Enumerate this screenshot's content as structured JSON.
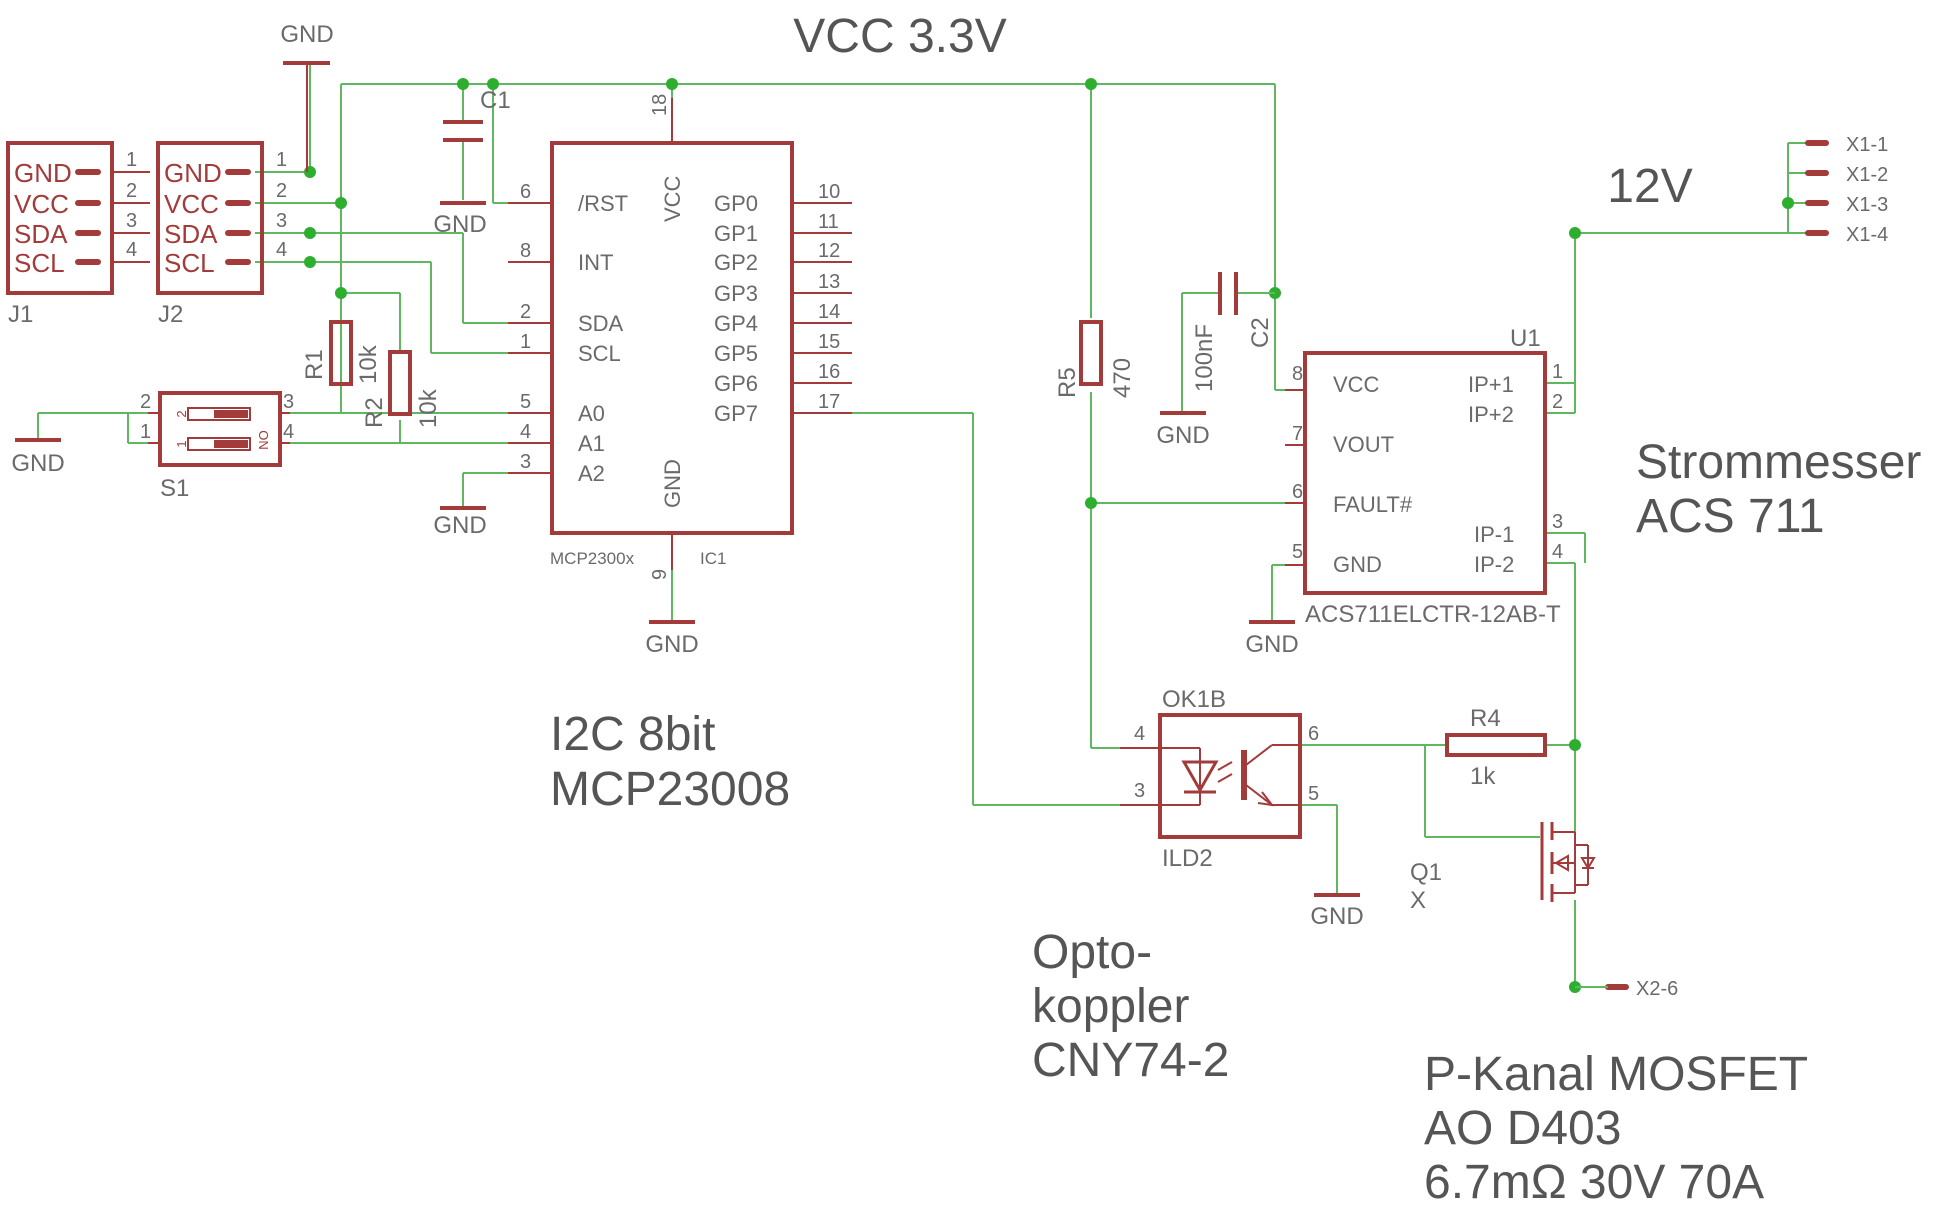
{
  "nets": {
    "vcc": "VCC 3.3V",
    "v12": "12V",
    "gnd": "GND"
  },
  "connectors": {
    "j1": {
      "name": "J1",
      "pins": [
        "GND",
        "VCC",
        "SDA",
        "SCL"
      ],
      "nums": [
        "1",
        "2",
        "3",
        "4"
      ]
    },
    "j2": {
      "name": "J2",
      "pins": [
        "GND",
        "VCC",
        "SDA",
        "SCL"
      ],
      "nums": [
        "1",
        "2",
        "3",
        "4"
      ]
    },
    "x1": [
      "X1-1",
      "X1-2",
      "X1-3",
      "X1-4"
    ],
    "x2": "X2-6"
  },
  "switch": {
    "name": "S1",
    "pins": [
      "2",
      "1",
      "3",
      "4"
    ],
    "on_label": "ON",
    "sw1": "1",
    "sw2": "2"
  },
  "resistors": {
    "r1": {
      "name": "R1",
      "value": "10k"
    },
    "r2": {
      "name": "R2",
      "value": "10k"
    },
    "r4": {
      "name": "R4",
      "value": "1k"
    },
    "r5": {
      "name": "R5",
      "value": "470"
    }
  },
  "capacitors": {
    "c1": {
      "name": "C1"
    },
    "c2": {
      "name": "C2",
      "value": "100nF"
    }
  },
  "ic1": {
    "name": "IC1",
    "part": "MCP2300x",
    "left_pins": [
      {
        "num": "6",
        "label": "/RST"
      },
      {
        "num": "8",
        "label": "INT"
      },
      {
        "num": "2",
        "label": "SDA"
      },
      {
        "num": "1",
        "label": "SCL"
      },
      {
        "num": "5",
        "label": "A0"
      },
      {
        "num": "4",
        "label": "A1"
      },
      {
        "num": "3",
        "label": "A2"
      }
    ],
    "right_pins": [
      {
        "num": "10",
        "label": "GP0"
      },
      {
        "num": "11",
        "label": "GP1"
      },
      {
        "num": "12",
        "label": "GP2"
      },
      {
        "num": "13",
        "label": "GP3"
      },
      {
        "num": "14",
        "label": "GP4"
      },
      {
        "num": "15",
        "label": "GP5"
      },
      {
        "num": "16",
        "label": "GP6"
      },
      {
        "num": "17",
        "label": "GP7"
      }
    ],
    "vcc_pin": {
      "num": "18",
      "label": "VCC"
    },
    "gnd_pin": {
      "num": "9",
      "label": "GND"
    }
  },
  "u1": {
    "name": "U1",
    "part": "ACS711ELCTR-12AB-T",
    "left_pins": [
      {
        "num": "8",
        "label": "VCC"
      },
      {
        "num": "7",
        "label": "VOUT"
      },
      {
        "num": "6",
        "label": "FAULT#"
      },
      {
        "num": "5",
        "label": "GND"
      }
    ],
    "right_pins": [
      {
        "num": "1",
        "label": "IP+1"
      },
      {
        "num": "2",
        "label": "IP+2"
      },
      {
        "num": "3",
        "label": "IP-1"
      },
      {
        "num": "4",
        "label": "IP-2"
      }
    ]
  },
  "opto": {
    "name": "OK1B",
    "part": "ILD2",
    "pins": {
      "anode": "4",
      "cathode": "3",
      "collector": "6",
      "emitter": "5"
    }
  },
  "mosfet": {
    "name": "Q1",
    "value": "X"
  },
  "notes": {
    "i2c": [
      "I2C 8bit",
      "MCP23008"
    ],
    "current": [
      "Strommesser",
      "ACS 711"
    ],
    "opto": [
      "Opto-",
      "koppler",
      "CNY74-2"
    ],
    "mosfet": [
      "P-Kanal MOSFET",
      "AO D403",
      "6.7mΩ 30V 70A"
    ]
  }
}
